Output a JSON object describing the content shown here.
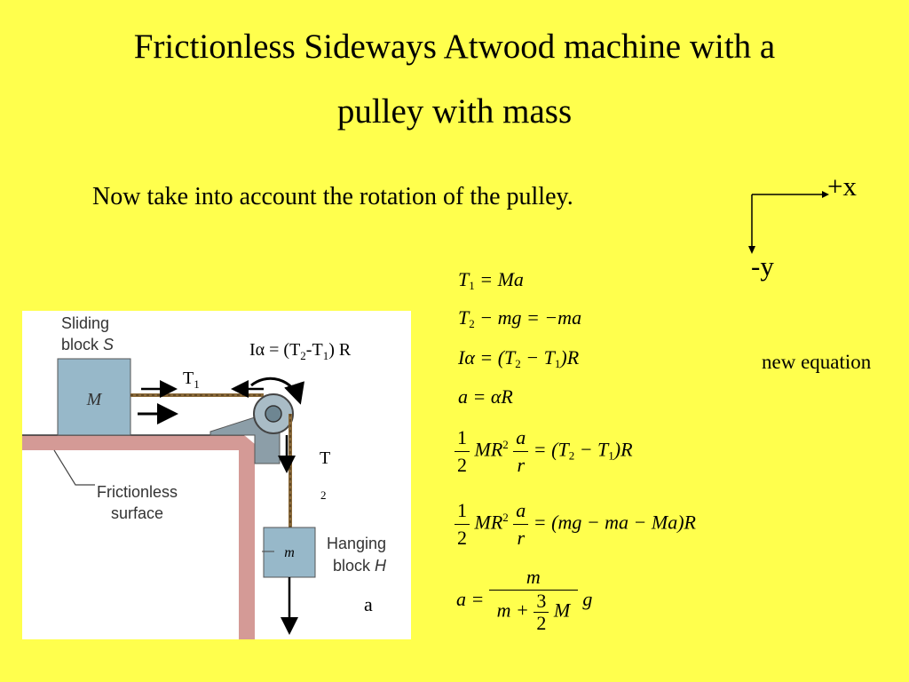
{
  "slide": {
    "title_line1": "Frictionless Sideways Atwood machine with a",
    "title_line2": "pulley with mass",
    "subtitle": "Now take into account the rotation of the pulley.",
    "axes": {
      "x_label": "+x",
      "y_label": "-y"
    },
    "new_equation_note": "new equation"
  },
  "equations": {
    "eq1": {
      "lhs": "T",
      "lhs_sub": "1",
      "rhs": "= Ma"
    },
    "eq2": {
      "lhs": "T",
      "lhs_sub": "2",
      "rhs": "− mg = −ma"
    },
    "eq3": {
      "pre": "Iα = (T",
      "sub1": "2",
      "mid": " − T",
      "sub2": "1",
      "post": ")R"
    },
    "eq4": {
      "text": "a = αR"
    },
    "eq5": {
      "frac1_num": "1",
      "frac1_den": "2",
      "mr": "MR",
      "sup": "2",
      "frac2_num": "a",
      "frac2_den": "r",
      "rhs_pre": "= (T",
      "sub1": "2",
      "rhs_mid": " − T",
      "sub2": "1",
      "rhs_post": ")R"
    },
    "eq6": {
      "frac1_num": "1",
      "frac1_den": "2",
      "mr": "MR",
      "sup": "2",
      "frac2_num": "a",
      "frac2_den": "r",
      "rhs": "= (mg − ma − Ma)R"
    },
    "eq7": {
      "lhs": "a =",
      "num": "m",
      "den_pre": "m +",
      "den_frac_num": "3",
      "den_frac_den": "2",
      "den_post": "M",
      "post": "g"
    }
  },
  "figure": {
    "sliding_label_1": "Sliding",
    "sliding_label_2": "block",
    "sliding_label_sym": "S",
    "block_M": "M",
    "frictionless_1": "Frictionless",
    "frictionless_2": "surface",
    "block_m": "m",
    "hanging_1": "Hanging",
    "hanging_2": "block",
    "hanging_sym": "H",
    "torque_eq": {
      "pre": "Iα = (T",
      "sub1": "2",
      "mid": "-T",
      "sub2": "1",
      "post": ") R"
    },
    "t1": {
      "main": "T",
      "sub": "1"
    },
    "t2": {
      "main": "T",
      "sub": "2"
    },
    "accel_label": "a"
  }
}
